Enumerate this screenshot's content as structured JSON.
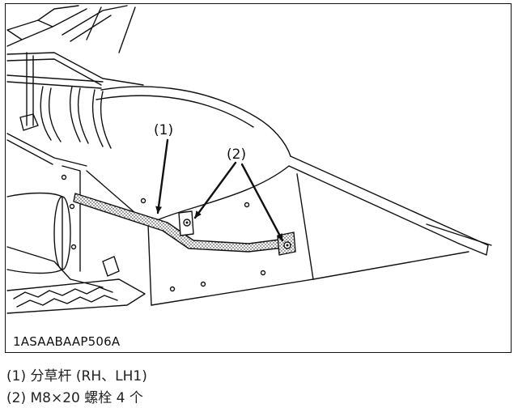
{
  "figure": {
    "id_label": "1ASAABAAP506A",
    "callouts": [
      {
        "key": "callout-1",
        "label": "(1)"
      },
      {
        "key": "callout-2",
        "label": "(2)"
      }
    ]
  },
  "legend": {
    "items": [
      {
        "number": "(1)",
        "text": "分草杆 (RH、LH1)"
      },
      {
        "number": "(2)",
        "text": "M8×20 螺栓 4 个"
      }
    ]
  }
}
